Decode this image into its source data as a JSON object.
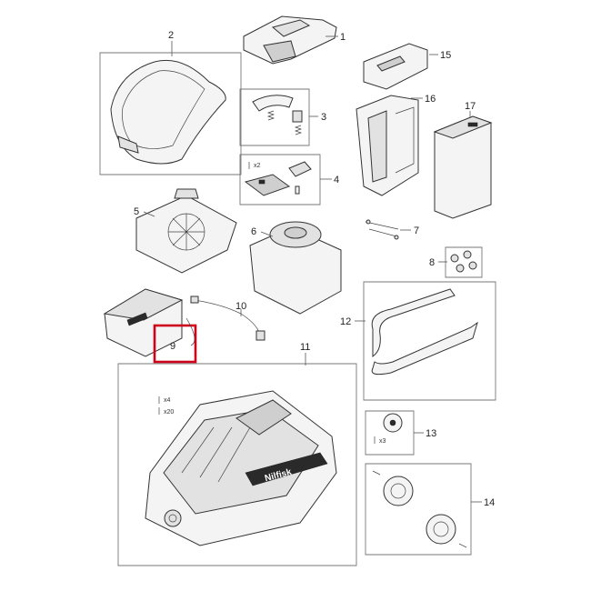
{
  "parts": [
    {
      "id": "p1",
      "label": "1"
    },
    {
      "id": "p2",
      "label": "2"
    },
    {
      "id": "p3",
      "label": "3"
    },
    {
      "id": "p4",
      "label": "4"
    },
    {
      "id": "p5",
      "label": "5"
    },
    {
      "id": "p6",
      "label": "6"
    },
    {
      "id": "p7",
      "label": "7"
    },
    {
      "id": "p8",
      "label": "8"
    },
    {
      "id": "p9",
      "label": "9"
    },
    {
      "id": "p10",
      "label": "10"
    },
    {
      "id": "p11",
      "label": "11"
    },
    {
      "id": "p12",
      "label": "12"
    },
    {
      "id": "p13",
      "label": "13"
    },
    {
      "id": "p14",
      "label": "14"
    },
    {
      "id": "p15",
      "label": "15"
    },
    {
      "id": "p16",
      "label": "16"
    },
    {
      "id": "p17",
      "label": "17"
    }
  ],
  "quantities": {
    "board_screws": "x2",
    "body_screws_a": "x4",
    "body_screws_b": "x20",
    "caster_screws": "x3"
  },
  "brand_mark": "Nilfisk",
  "highlight": {
    "part": "9",
    "color": "#d0021b"
  }
}
